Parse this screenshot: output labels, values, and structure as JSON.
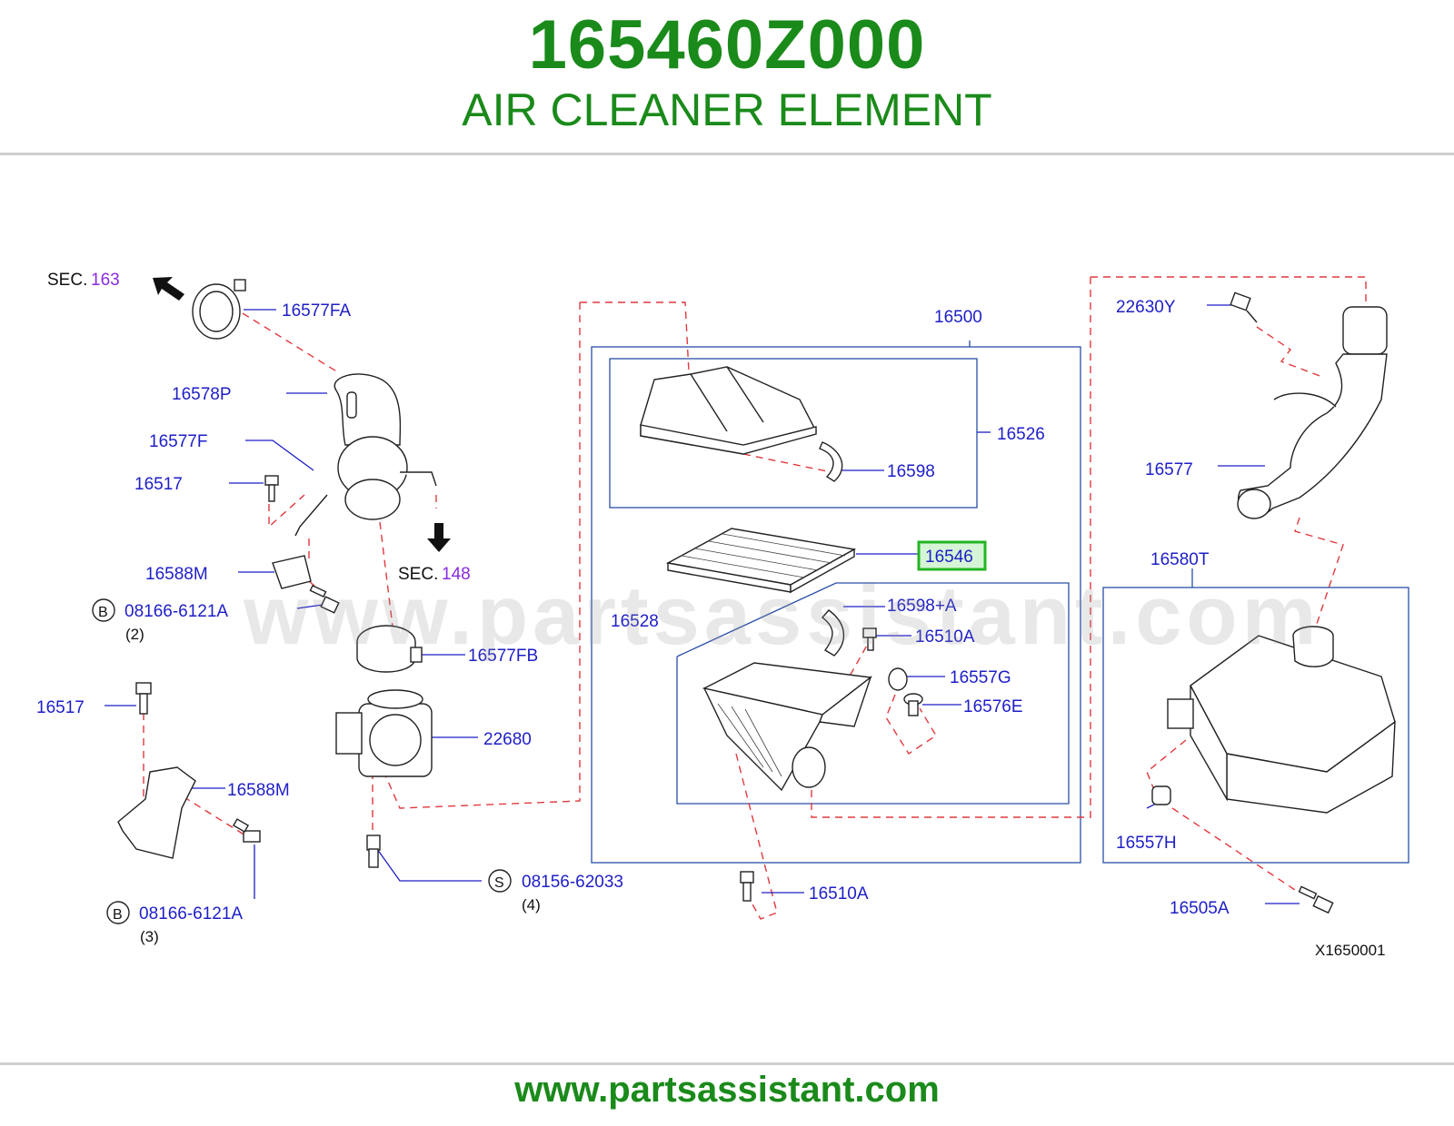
{
  "header": {
    "part_number": "165460Z000",
    "part_name": "AIR CLEANER ELEMENT"
  },
  "footer": {
    "url": "www.partsassistant.com"
  },
  "watermark": "www.partsassistant.com",
  "colors": {
    "title_green": "#1a8a1a",
    "label_blue": "#1e1ec8",
    "highlight_green": "#22b522",
    "dash_red": "#e0393e"
  },
  "sections": {
    "sec163_prefix": "SEC.",
    "sec163_num": "163",
    "sec148_prefix": "SEC.",
    "sec148_num": "148"
  },
  "labels": {
    "l16577FA": "16577FA",
    "l16578P": "16578P",
    "l16577F": "16577F",
    "l16517a": "16517",
    "l16588Ma": "16588M",
    "l08166a": "08166-6121A",
    "qty2": "(2)",
    "l16577FB": "16577FB",
    "l22680": "22680",
    "l16517b": "16517",
    "l16588Mb": "16588M",
    "l08166b": "08166-6121A",
    "qty3": "(3)",
    "l08156": "08156-62033",
    "qty4": "(4)",
    "l16500": "16500",
    "l16526": "16526",
    "l16598": "16598",
    "l16546": "16546",
    "l16528": "16528",
    "l16598A": "16598+A",
    "l16510Aa": "16510A",
    "l16557G": "16557G",
    "l16576E": "16576E",
    "l16510Ab": "16510A",
    "l22630Y": "22630Y",
    "l16577": "16577",
    "l16580T": "16580T",
    "l16557H": "16557H",
    "l16505A": "16505A",
    "diagram_code": "X1650001",
    "circB1": "B",
    "circB2": "B",
    "circS": "S"
  }
}
